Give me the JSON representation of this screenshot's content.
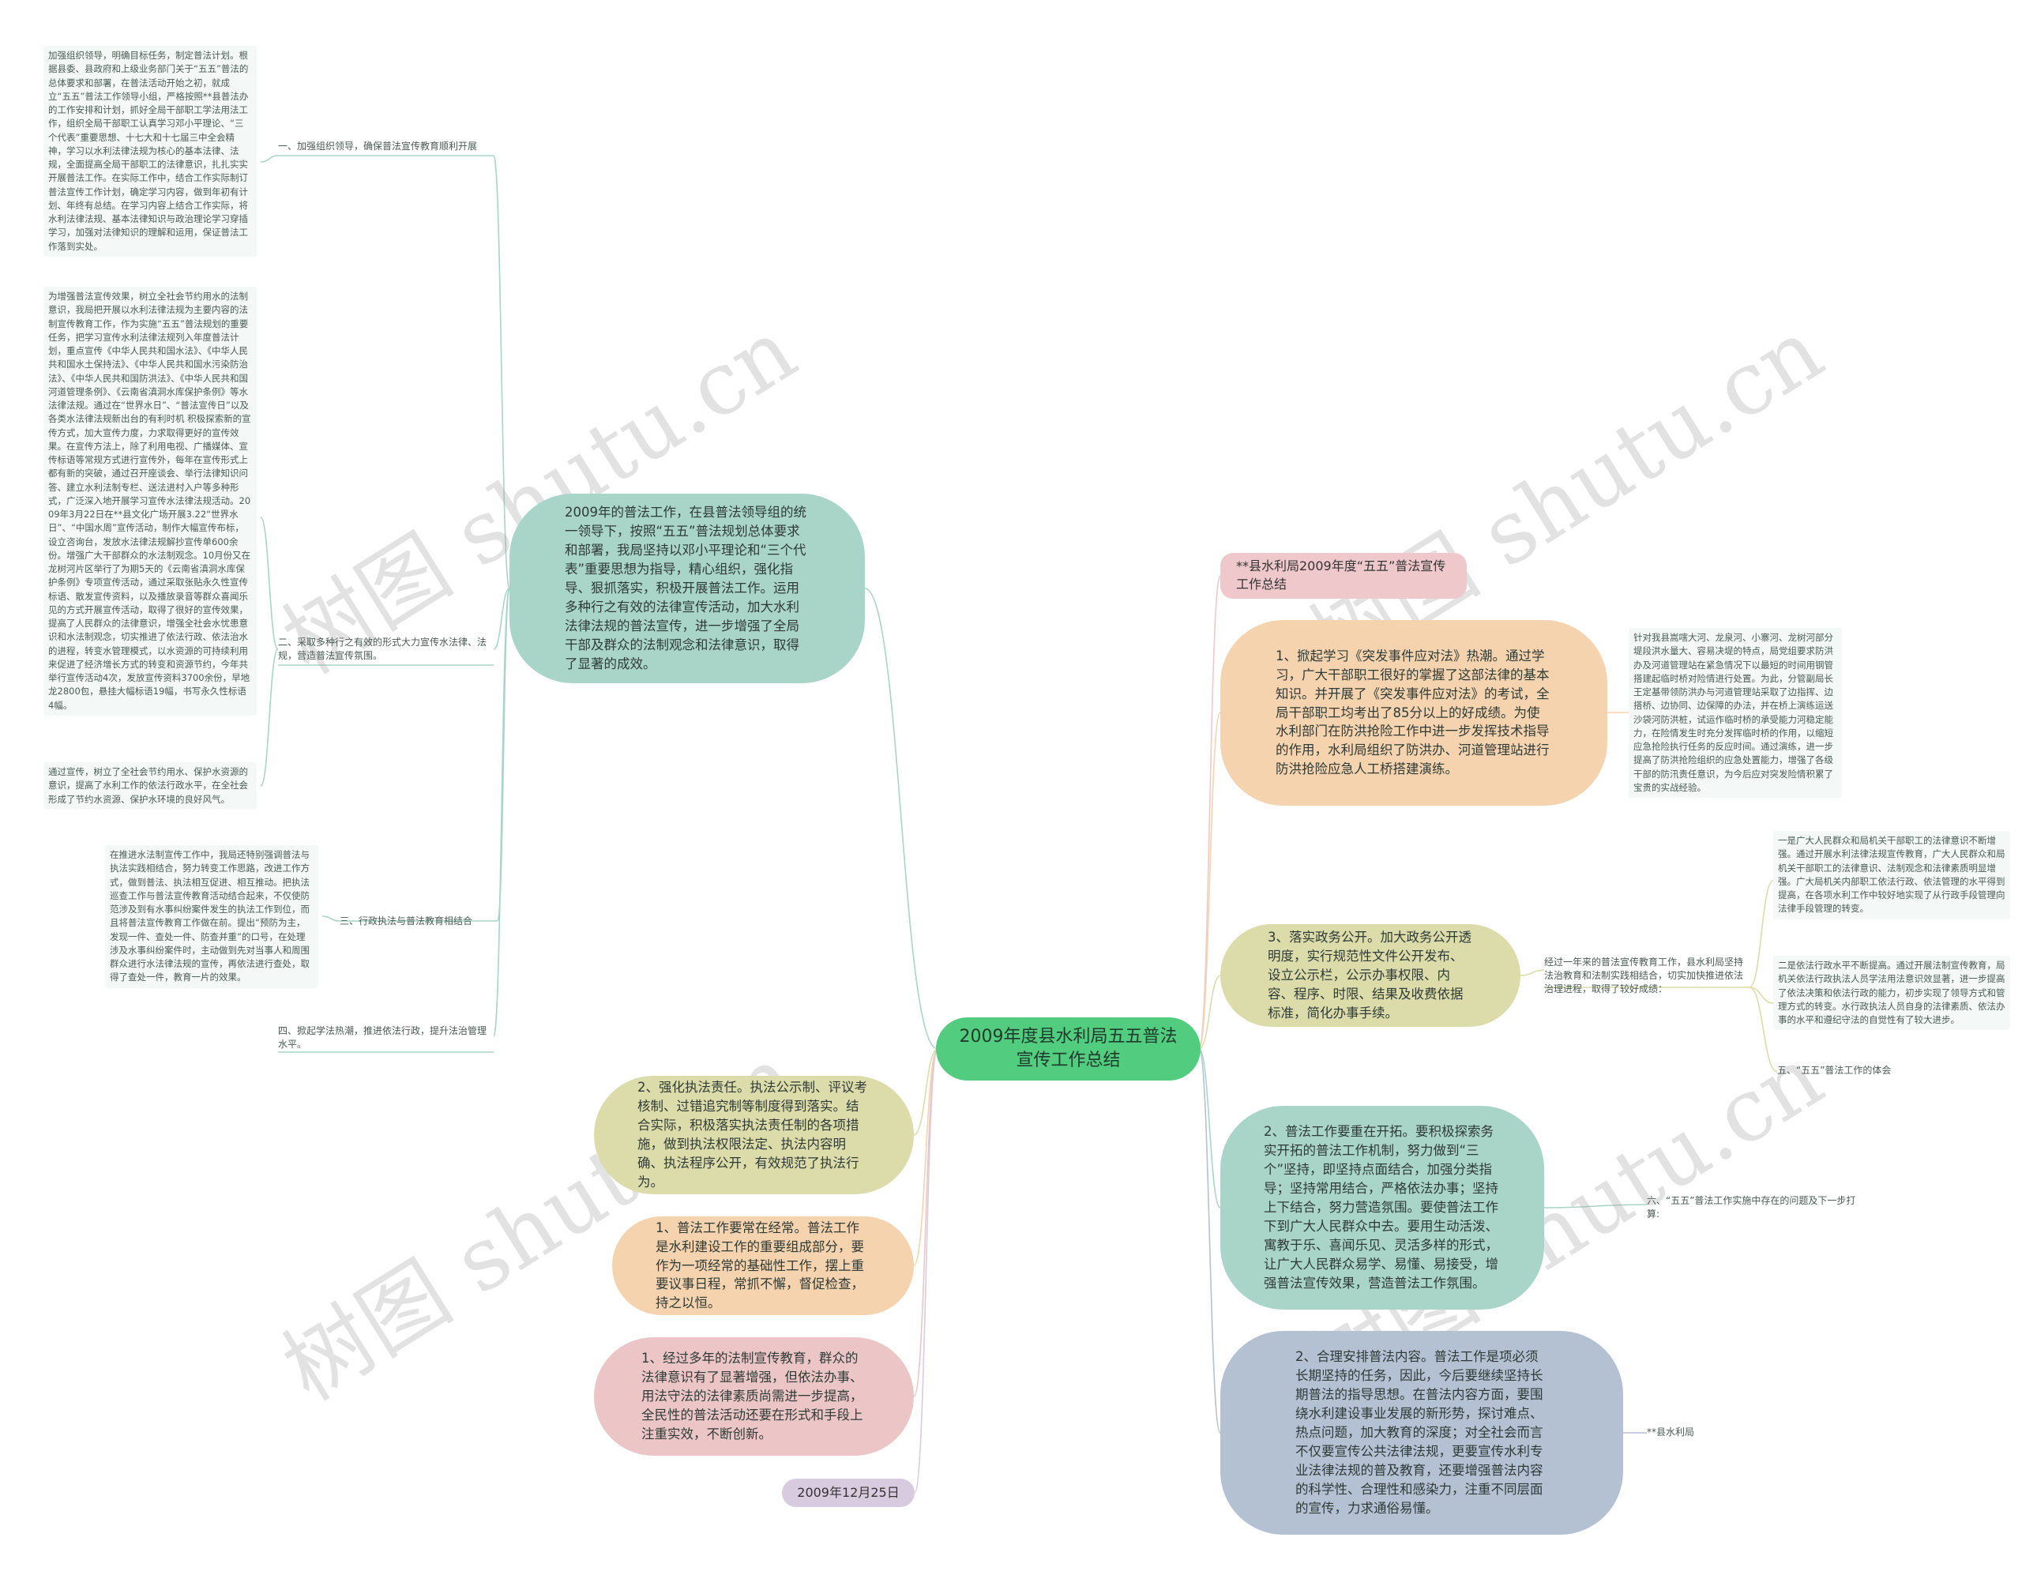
{
  "center": {
    "title": "2009年度县水利局五五普法宣传工作总结"
  },
  "branch_title": {
    "text": "**县水利局2009年度“五五”普法宣传工作总结"
  },
  "left_summary": {
    "text": "2009年的普法工作，在县普法领导组的统一领导下，按照“五五”普法规划总体要求和部署，我局坚持以邓小平理论和“三个代表”重要思想为指导，精心组织，强化指导、狠抓落实，积极开展普法工作。运用多种行之有效的法律宣传活动，加大水利法律法规的普法宣传，进一步增强了全局干部及群众的法制观念和法律意识，取得了显著的成效。"
  },
  "left_sections": [
    {
      "label": "一、加强组织领导，确保普法宣传教育顺利开展",
      "detail": "加强组织领导，明确目标任务，制定普法计划。根据县委、县政府和上级业务部门关于“五五”普法的总体要求和部署，在普法活动开始之初，就成立“五五”普法工作领导小组，严格按照**县普法办的工作安排和计划，抓好全局干部职工学法用法工作，组织全局干部职工认真学习邓小平理论、“三个代表”重要思想、十七大和十七届三中全会精神，学习以水利法律法规为核心的基本法律、法规，全面提高全局干部职工的法律意识，扎扎实实开展普法工作。在实际工作中，结合工作实际制订普法宣传工作计划，确定学习内容，做到年初有计划、年终有总结。在学习内容上结合工作实际，将水利法律法规、基本法律知识与政治理论学习穿插学习，加强对法律知识的理解和运用，保证普法工作落到实处。"
    },
    {
      "label": "二、采取多种行之有效的形式大力宣传水法律、法规，营造普法宣传氛围。",
      "detail": "为增强普法宣传效果，树立全社会节约用水的法制意识，我局把开展以水利法律法规为主要内容的法制宣传教育工作，作为实施“五五”普法规划的重要任务，把学习宣传水利法律法规列入年度普法计划，重点宣传《中华人民共和国水法》、《中华人民共和国水土保持法》、《中华人民共和国水污染防治法》、《中华人民共和国防洪法》、《中华人民共和国河道管理条例》、《云南省滇洞水库保护条例》等水法律法规。通过在“世界水日”、“普法宣传日”以及各类水法律法规新出台的有利时机 积极探索新的宣传方式，加大宣传力度，力求取得更好的宣传效果。在宣传方法上，除了利用电视、广播媒体、宣传标语等常规方式进行宣传外，每年在宣传形式上都有新的突破，通过召开座谈会、举行法律知识问答、建立水利法制专栏、送法进村入户等多种形式，广泛深入地开展学习宣传水法律法规活动。2009年3月22日在**县文化广场开展3.22“世界水日”、“中国水周”宣传活动，制作大幅宣传布标，设立咨询台，发放水法律法规解抄宣传单600余份。增强广大干部群众的水法制观念。10月份又在龙树河片区举行了为期5天的《云南省滇洞水库保护条例》专项宣传活动，通过采取张贴永久性宣传标语、散发宣传资料，以及播放录音等群众喜闻乐见的方式开展宣传活动，取得了很好的宣传效果，提高了人民群众的法律意识，增强全社会水忧患意识和水法制观念，切实推进了依法行政、依法治水的进程，转变水管理模式，以水资源的可持续利用来促进了经济增长方式的转变和资源节约，今年共举行宣传活动4次，发放宣传资料3700余份，早地龙2800包，悬挂大幅标语19幅，书写永久性标语4幅。",
      "detail2": "通过宣传，树立了全社会节约用水、保护水资源的意识，提高了水利工作的依法行政水平，在全社会形成了节约水资源、保护水环境的良好风气。"
    },
    {
      "label": "三、行政执法与普法教育相结合",
      "detail": "在推进水法制宣传工作中，我局还特别强调普法与执法实践相结合，努力转变工作思路，改进工作方式，做到普法、执法相互促进、相互推动。把执法巡查工作与普法宣传教育活动结合起来，不仅使防范涉及到有水事纠纷案件发生的执法工作到位，而且将普法宣传教育工作做在前。提出“预防为主，发现一件、查处一件、防查并重”的口号，在处理涉及水事纠纷案件时，主动做到先对当事人和周围群众进行水法律法规的宣传，再依法进行查处，取得了查处一件，教育一片的效果。"
    },
    {
      "label": "四、掀起学法热潮，推进依法行政，提升法治管理水平。"
    }
  ],
  "left_bottom": [
    {
      "text": "2、强化执法责任。执法公示制、评议考核制、过错追究制等制度得到落实。结合实际，积极落实执法责任制的各项措施，做到执法权限法定、执法内容明确、执法程序公开，有效规范了执法行为。"
    },
    {
      "text": "1、普法工作要常在经常。普法工作是水利建设工作的重要组成部分，要作为一项经常的基础性工作，摆上重要议事日程，常抓不懈，督促检查，持之以恒。"
    },
    {
      "text": "1、经过多年的法制宣传教育，群众的法律意识有了显著增强，但依法办事、用法守法的法律素质尚需进一步提高，全民性的普法活动还要在形式和手段上注重实效，不断创新。"
    }
  ],
  "date": {
    "text": "2009年12月25日"
  },
  "right_nodes": [
    {
      "text": "1、掀起学习《突发事件应对法》热潮。通过学习，广大干部职工很好的掌握了这部法律的基本知识。并开展了《突发事件应对法》的考试，全局干部职工均考出了85分以上的好成绩。为使水利部门在防洪抢险工作中进一步发挥技术指导的作用，水利局组织了防洪办、河道管理站进行防洪抢险应急人工桥搭建演练。",
      "detail": "针对我县嵩嗐大河、龙泉河、小寨河、龙树河部分堤段洪水量大、容易决堤的特点，局党组要求防洪办及河道管理站在紧急情况下以最短的时间用钢管搭建起临时桥对险情进行处置。为此，分管副局长王定基带领防洪办与河道管理站采取了边指挥、边搭桥、边协同、边保障的办法，并在桥上演练运送沙袋河防洪桩，试运作临时桥的承受能力河稳定能力，在险情发生时充分发挥临时桥的作用，以缩短应急抢险执行任务的反应时间。通过演练，进一步提高了防洪抢险组织的应急处置能力，增强了各级干部的防汛责任意识，为今后应对突发险情积累了宝贵的实战经验。"
    },
    {
      "text": "3、落实政务公开。加大政务公开透明度，实行规范性文件公开发布、设立公示栏，公示办事权限、内容、程序、时限、结果及收费依据标准，简化办事手续。",
      "mid": "经过一年来的普法宣传教育工作，县水利局坚持法治教育和法制实践相结合，切实加快推进依法治理进程，取得了较好成绩：",
      "subs": [
        {
          "text": "一是广大人民群众和局机关干部职工的法律意识不断增强。通过开展水利法律法规宣传教育，广大人民群众和局机关干部职工的法律意识、法制观念和法律素质明显增强。广大局机关内部职工依法行政、依法管理的水平得到提高，在各项水利工作中较好地实现了从行政手段管理向法律手段管理的转变。"
        },
        {
          "text": "二是依法行政水平不断提高。通过开展法制宣传教育，局机关依法行政执法人员学法用法意识效显著，进一步提高了依法决策和依法行政的能力，初步实现了领导方式和管理方式的转变。水行政执法人员自身的法律素质、依法办事的水平和遵纪守法的自觉性有了较大进步。"
        },
        {
          "text": "五、“五五”普法工作的体会"
        }
      ]
    },
    {
      "text": "2、普法工作要重在开拓。要积极探索务实开拓的普法工作机制，努力做到“三个”坚持，即坚持点面结合，加强分类指导；坚持常用结合，严格依法办事；坚持上下结合，努力营造氛围。要使普法工作下到广大人民群众中去。要用生动活泼、寓教于乐、喜闻乐见、灵活多样的形式，让广大人民群众易学、易懂、易接受，增强普法宣传效果，营造普法工作氛围。",
      "detail": "六、“五五”普法工作实施中存在的问题及下一步打算:"
    },
    {
      "text": "2、合理安排普法内容。普法工作是项必须长期坚持的任务，因此，今后要继续坚持长期普法的指导思想。在普法内容方面，要围绕水利建设事业发展的新形势，探讨难点、热点问题，加大教育的深度；对全社会而言不仅要宣传公共法律法规，更要宣传水利专业法律法规的普及教育，还要增强普法内容的科学性、合理性和感染力，注重不同层面的宣传，力求通俗易懂。",
      "detail": "**县水利局"
    }
  ],
  "watermark": {
    "text": "树图 shutu.cn"
  },
  "colors": {
    "center": "#52cc7f",
    "teal": "#a9d4c8",
    "peach": "#f5d3ae",
    "olive": "#dcdcaa",
    "pink": "#ecc6c6",
    "blue_grey": "#b3c1d3",
    "lavender": "#d8cbe0",
    "title_pink": "#efc8cc"
  }
}
